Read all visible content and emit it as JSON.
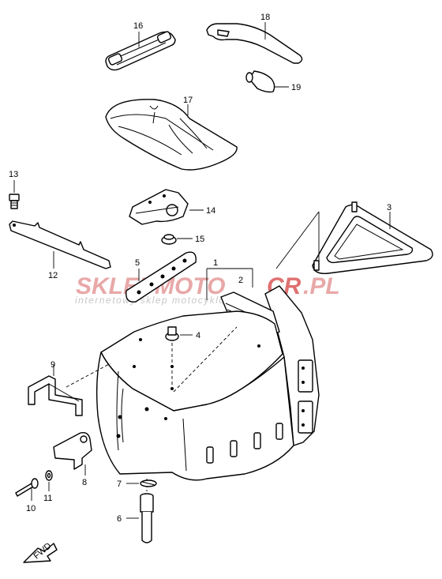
{
  "callouts": {
    "p1": "1",
    "p2": "2",
    "p3": "3",
    "p4": "4",
    "p5": "5",
    "p6": "6",
    "p7": "7",
    "p8": "8",
    "p9": "9",
    "p10": "10",
    "p11": "11",
    "p12": "12",
    "p13": "13",
    "p14": "14",
    "p15": "15",
    "p16": "16",
    "p17": "17",
    "p18": "18",
    "p19": "19"
  },
  "watermark": {
    "text_a": "SKLEPMOTO",
    "text_b": "CR",
    "text_c": ".PL",
    "tagline": "internetowy sklep motocyklowy",
    "color_main": "#e8a8a8",
    "color_accent": "#e07070",
    "color_sub": "#c8c8c8"
  },
  "fwd_label": "FWD"
}
